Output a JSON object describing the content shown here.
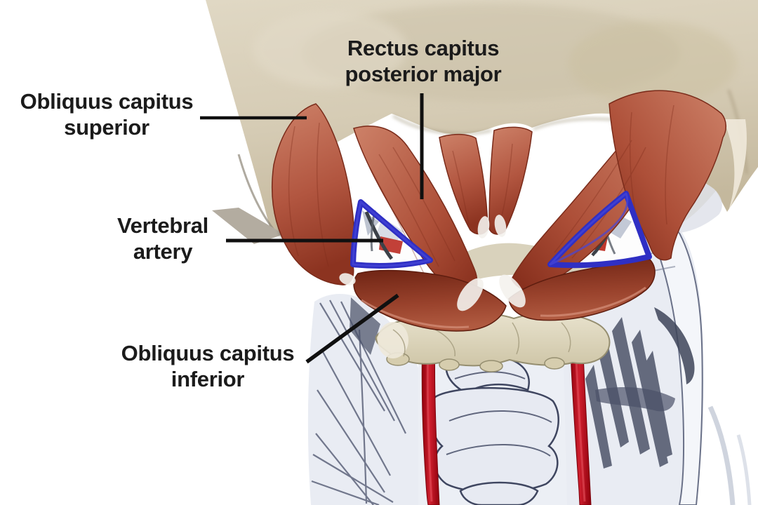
{
  "diagram": {
    "type": "anatomical-illustration",
    "subject": "Suboccipital muscles and vertebral artery, posterior view of skull and cervical spine",
    "labels": [
      {
        "id": "rectus-capitus-posterior-major",
        "text": "Rectus capitus\nposterior major"
      },
      {
        "id": "obliquus-capitus-superior",
        "text": "Obliquus capitus\nsuperior"
      },
      {
        "id": "vertebral-artery",
        "text": "Vertebral\nartery"
      },
      {
        "id": "obliquus-capitus-inferior",
        "text": "Obliquus capitus\ninferior"
      }
    ],
    "colors": {
      "background": "#ffffff",
      "skull_bone": "#d5cbb4",
      "vertebra_bone": "#ddd5bf",
      "muscle_light": "#cd8168",
      "muscle_dark": "#8c3320",
      "artery_red": "#b20513",
      "triangle_outline_blue": "#2f2fc4",
      "sketch_gray": "#e9ecf3",
      "label_text": "#1b1b1b",
      "leader_line": "#101010"
    }
  }
}
